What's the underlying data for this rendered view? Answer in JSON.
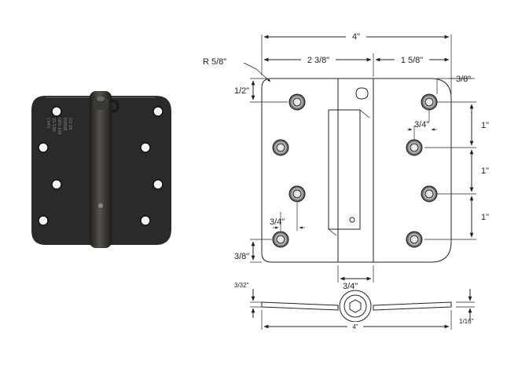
{
  "photo": {
    "description_free": true,
    "finish_color": "#2b2a28",
    "highlight_color": "#55524d",
    "engraving_lines": [
      "G3 US",
      "D200E",
      "GPS-100",
      "2S-100",
      "Ch4S"
    ]
  },
  "dimensions": {
    "overall_width": "4\"",
    "corner_radius": "R 5/8\"",
    "left_leaf_width": "2 3/8\"",
    "right_leaf_width": "1 5/8\"",
    "right_edge_offset": "3/8\"",
    "top_offset": "1/2\"",
    "hole_spacing_1": "1\"",
    "hole_spacing_2": "1\"",
    "hole_spacing_3": "1\"",
    "right_hole_horizontal": "3/4\"",
    "left_hole_horizontal": "3/4\"",
    "bottom_offset": "3/8\"",
    "barrel_width": "3/4\"",
    "side_thickness": "3/32\"",
    "side_width": "4\"",
    "leaf_thickness": "1/16\""
  }
}
